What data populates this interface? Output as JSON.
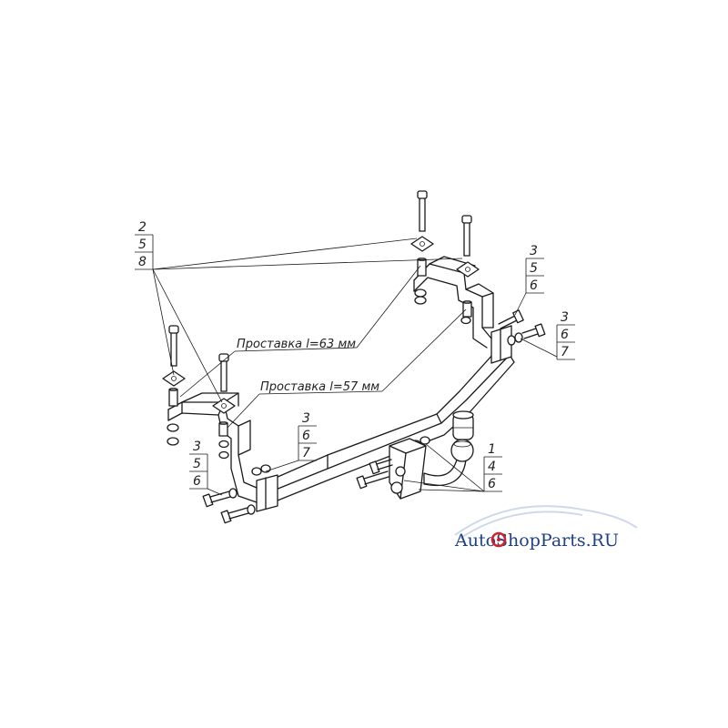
{
  "callouts": {
    "top_left": [
      "2",
      "5",
      "8"
    ],
    "right_upper": [
      "3",
      "5",
      "6"
    ],
    "right_lower": [
      "3",
      "6",
      "7"
    ],
    "center": [
      "3",
      "6",
      "7"
    ],
    "left_lower": [
      "3",
      "5",
      "6"
    ],
    "ball": [
      "1",
      "4",
      "6"
    ]
  },
  "spacers": {
    "long": "Проставка l=63 мм",
    "short": "Проставка l=57 мм"
  },
  "watermark": {
    "text": "AutoShopParts.RU",
    "colors": {
      "text": "#1f3f86",
      "wheel": "#d42027",
      "swoosh": "#cfd9ea"
    }
  }
}
